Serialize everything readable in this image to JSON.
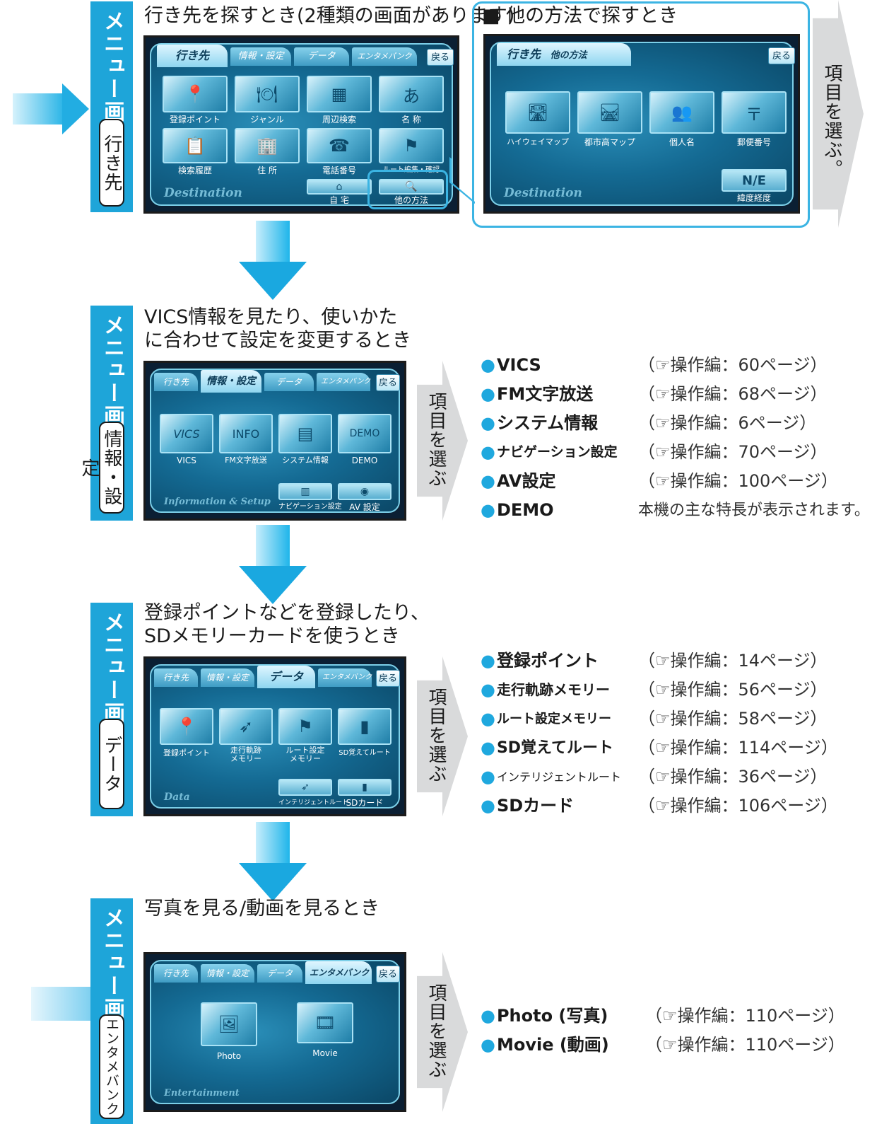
{
  "sections": {
    "destination": {
      "sidebar_title": "メニュー画面",
      "sidebar_box": "行き先",
      "heading": "行き先を探すとき(2種類の画面があります)",
      "screen": {
        "tabs": [
          "行き先",
          "情報・設定",
          "データ",
          "エンタメバンク"
        ],
        "back": "戻る",
        "tiles": [
          "登録ポイント",
          "ジャンル",
          "周辺検索",
          "名 称",
          "検索履歴",
          "住 所",
          "電話番号",
          "ルート編集・確認"
        ],
        "buttons": [
          "自 宅",
          "他の方法"
        ],
        "brand": "Destination"
      },
      "callout": {
        "title": "■ 他の方法で探すとき",
        "screen": {
          "tab": "行き先",
          "subtitle": "他の方法",
          "back": "戻る",
          "tiles": [
            "ハイウェイマップ",
            "都市高マップ",
            "個人名",
            "郵便番号"
          ],
          "button": "緯度経度",
          "button_icon": "N/E",
          "brand": "Destination"
        }
      },
      "arrow_text": "項目を選ぶ。"
    },
    "info": {
      "sidebar_title": "メニュー画面",
      "sidebar_box": "情報・設定",
      "heading_line1": "VICS情報を見たり、使いかた",
      "heading_line2": "に合わせて設定を変更するとき",
      "screen": {
        "tabs": [
          "行き先",
          "情報・設定",
          "データ",
          "エンタメバンク"
        ],
        "back": "戻る",
        "tiles": [
          "VICS",
          "FM文字放送",
          "システム情報",
          "DEMO"
        ],
        "buttons": [
          "ナビゲーション設定",
          "AV 設定"
        ],
        "brand": "Information & Setup"
      },
      "arrow_text": "項目を選ぶ",
      "items": [
        {
          "label": "VICS",
          "ref": "（☞操作編：60ページ）"
        },
        {
          "label": "FM文字放送",
          "ref": "（☞操作編：68ページ）"
        },
        {
          "label": "システム情報",
          "ref": "（☞操作編：6ページ）"
        },
        {
          "label": "ナビゲーション設定",
          "ref": "（☞操作編：70ページ）"
        },
        {
          "label": "AV設定",
          "ref": "（☞操作編：100ページ）"
        },
        {
          "label": "DEMO",
          "ref": "本機の主な特長が表示されます。"
        }
      ]
    },
    "data": {
      "sidebar_title": "メニュー画面",
      "sidebar_box": "データ",
      "heading_line1": "登録ポイントなどを登録したり、",
      "heading_line2": "SDメモリーカードを使うとき",
      "screen": {
        "tabs": [
          "行き先",
          "情報・設定",
          "データ",
          "エンタメバンク"
        ],
        "back": "戻る",
        "tiles": [
          "登録ポイント",
          "走行軌跡\nメモリー",
          "ルート設定\nメモリー",
          "SD覚えてルート"
        ],
        "buttons": [
          "インテリジェントルート",
          "SDカード"
        ],
        "brand": "Data"
      },
      "arrow_text": "項目を選ぶ",
      "items": [
        {
          "label": "登録ポイント",
          "ref": "（☞操作編：14ページ）"
        },
        {
          "label": "走行軌跡メモリー",
          "ref": "（☞操作編：56ページ）"
        },
        {
          "label": "ルート設定メモリー",
          "ref": "（☞操作編：58ページ）"
        },
        {
          "label": "SD覚えてルート",
          "ref": "（☞操作編：114ページ）"
        },
        {
          "label": "インテリジェントルート",
          "ref": "（☞操作編：36ページ）"
        },
        {
          "label": "SDカード",
          "ref": "（☞操作編：106ページ）"
        }
      ]
    },
    "entertainment": {
      "sidebar_title": "メニュー画面",
      "sidebar_box": "エンタメバンク",
      "heading": "写真を見る/動画を見るとき",
      "screen": {
        "tabs": [
          "行き先",
          "情報・設定",
          "データ",
          "エンタメバンク"
        ],
        "back": "戻る",
        "tiles": [
          "Photo",
          "Movie"
        ],
        "brand": "Entertainment"
      },
      "arrow_text": "項目を選ぶ",
      "items": [
        {
          "label": "Photo (写真)",
          "ref": "（☞操作編：110ページ）"
        },
        {
          "label": "Movie (動画)",
          "ref": "（☞操作編：110ページ）"
        }
      ]
    }
  },
  "colors": {
    "accent": "#1ea5d9",
    "arrow_gray": "#d9dadb",
    "screen_blue": "#146a93"
  }
}
